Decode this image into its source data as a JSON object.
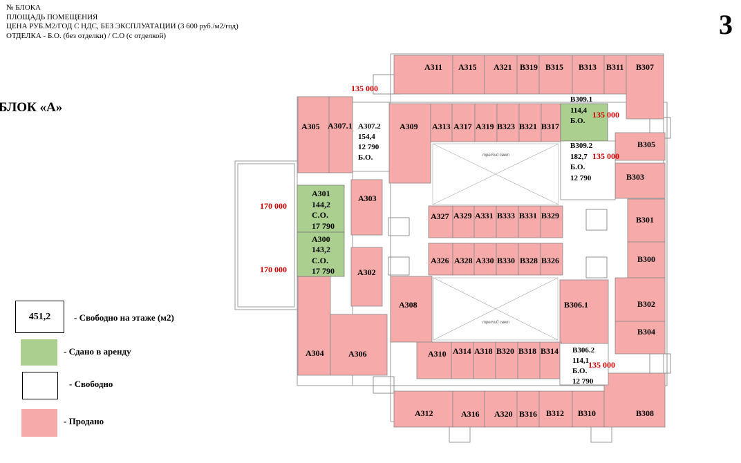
{
  "header": {
    "line1": "№ БЛОКА",
    "line2": "ПЛОЩАДЬ ПОМЕЩЕНИЯ",
    "line3": "ЦЕНА РУБ.М2/ГОД С НДС, БЕЗ ЭКСПЛУАТАЦИИ  (3 600 руб./м2/год)",
    "line4": "ОТДЕЛКА - Б.О. (без отделки) / С.О (с отделкой)"
  },
  "floor_number": "3",
  "block_title": "БЛОК «А»",
  "colors": {
    "sold": "#f7aaaa",
    "rented": "#aacf8f",
    "free": "#ffffff",
    "price": "#d00000"
  },
  "legend": {
    "total_value": "451,2",
    "total_label": "- Свободно на этаже (м2)",
    "rented_label": "- Сдано в аренду",
    "free_label": "- Свободно",
    "sold_label": "- Продано"
  },
  "light_well_label": "третий свет",
  "rooms_sold": [
    {
      "id": "A311",
      "label": "A311"
    },
    {
      "id": "A315",
      "label": "A315"
    },
    {
      "id": "A321",
      "label": "A321"
    },
    {
      "id": "B319",
      "label": "B319"
    },
    {
      "id": "B315",
      "label": "B315"
    },
    {
      "id": "B313",
      "label": "B313"
    },
    {
      "id": "B311",
      "label": "B311"
    },
    {
      "id": "B307",
      "label": "B307"
    },
    {
      "id": "A305",
      "label": "A305"
    },
    {
      "id": "A307.1",
      "label": "A307.1"
    },
    {
      "id": "A309",
      "label": "A309"
    },
    {
      "id": "A313",
      "label": "A313"
    },
    {
      "id": "A317",
      "label": "A317"
    },
    {
      "id": "A319",
      "label": "A319"
    },
    {
      "id": "B323",
      "label": "B323"
    },
    {
      "id": "B321",
      "label": "B321"
    },
    {
      "id": "B317",
      "label": "B317"
    },
    {
      "id": "B305",
      "label": "B305"
    },
    {
      "id": "B303",
      "label": "B303"
    },
    {
      "id": "A303",
      "label": "A303"
    },
    {
      "id": "A327",
      "label": "A327"
    },
    {
      "id": "A329",
      "label": "A329"
    },
    {
      "id": "A331",
      "label": "A331"
    },
    {
      "id": "B333",
      "label": "B333"
    },
    {
      "id": "B331",
      "label": "B331"
    },
    {
      "id": "B329",
      "label": "B329"
    },
    {
      "id": "B301",
      "label": "B301"
    },
    {
      "id": "A326",
      "label": "A326"
    },
    {
      "id": "A328",
      "label": "A328"
    },
    {
      "id": "A330",
      "label": "A330"
    },
    {
      "id": "B330",
      "label": "B330"
    },
    {
      "id": "B328",
      "label": "B328"
    },
    {
      "id": "B326",
      "label": "B326"
    },
    {
      "id": "B300",
      "label": "B300"
    },
    {
      "id": "A302",
      "label": "A302"
    },
    {
      "id": "A308",
      "label": "A308"
    },
    {
      "id": "B306.1",
      "label": "B306.1"
    },
    {
      "id": "B302",
      "label": "B302"
    },
    {
      "id": "B304",
      "label": "B304"
    },
    {
      "id": "A304",
      "label": "A304"
    },
    {
      "id": "A306",
      "label": "A306"
    },
    {
      "id": "A310",
      "label": "A310"
    },
    {
      "id": "A314",
      "label": "A314"
    },
    {
      "id": "A318",
      "label": "A318"
    },
    {
      "id": "B320",
      "label": "B320"
    },
    {
      "id": "B318",
      "label": "B318"
    },
    {
      "id": "B314",
      "label": "B314"
    },
    {
      "id": "A312",
      "label": "A312"
    },
    {
      "id": "A316",
      "label": "A316"
    },
    {
      "id": "A320",
      "label": "A320"
    },
    {
      "id": "B316",
      "label": "B316"
    },
    {
      "id": "B312",
      "label": "B312"
    },
    {
      "id": "B310",
      "label": "B310"
    },
    {
      "id": "B308",
      "label": "B308"
    }
  ],
  "rooms_rented": [
    {
      "id": "A301",
      "label": "A301",
      "area": "144,2",
      "finish": "С.О.",
      "rate": "17 790",
      "price": "170 000"
    },
    {
      "id": "A300",
      "label": "A300",
      "area": "143,2",
      "finish": "С.О.",
      "rate": "17 790",
      "price": "170 000"
    },
    {
      "id": "B309.1",
      "label": "B309.1",
      "area": "114,4",
      "finish": "Б.О.",
      "price": "135 000"
    }
  ],
  "rooms_free": [
    {
      "id": "A307.2",
      "label": "A307.2",
      "area": "154,4",
      "rate": "12 790",
      "finish": "Б.О.",
      "price": "135 000"
    },
    {
      "id": "B309.2",
      "label": "B309.2",
      "area": "182,7",
      "finish": "Б.О.",
      "rate": "12 790",
      "price": "135 000"
    },
    {
      "id": "B306.2",
      "label": "B306.2",
      "area": "114,1",
      "finish": "Б.О.",
      "rate": "12 790",
      "price": "135 000"
    }
  ]
}
